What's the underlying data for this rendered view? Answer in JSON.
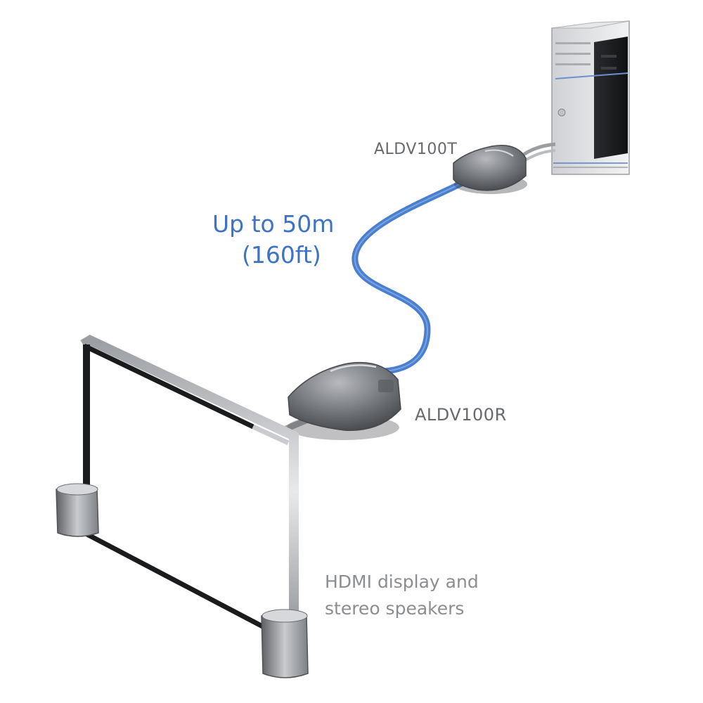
{
  "labels": {
    "transmitter": "ALDV100T",
    "receiver": "ALDV100R",
    "distance_line1": "Up to 50m",
    "distance_line2": "(160ft)",
    "display_line1": "HDMI display and",
    "display_line2": "stereo speakers"
  },
  "icons": {
    "computer": "pc-tower-icon",
    "transmitter": "transmitter-unit-icon",
    "receiver": "receiver-unit-icon",
    "display": "hdmi-display-icon",
    "speaker": "speaker-icon"
  },
  "colors": {
    "cable": "#4a7fcf",
    "distance_text": "#3d72c4",
    "label_text": "#666a70",
    "description_text": "#8a8d92"
  }
}
